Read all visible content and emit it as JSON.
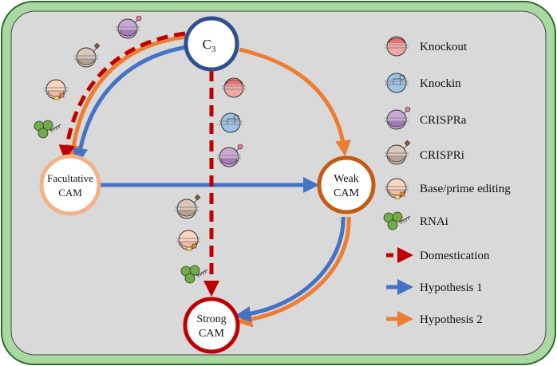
{
  "colors": {
    "frame_fill": "#a9d8a0",
    "frame_stroke": "#2d6b2d",
    "panel_fill": "#d9d9d9",
    "domestication": "#c00000",
    "hypothesis1": "#4472c4",
    "hypothesis2": "#ed7d31",
    "c3_ring": "#2f4f8f",
    "facultative_ring": "#f4b183",
    "weak_ring": "#c55a11",
    "strong_ring": "#c00000"
  },
  "nodes": {
    "c3": {
      "label": "C",
      "sub": "3"
    },
    "facultative": {
      "line1": "Facultative",
      "line2": "CAM"
    },
    "weak": {
      "line1": "Weak",
      "line2": "CAM"
    },
    "strong": {
      "line1": "Strong",
      "line2": "CAM"
    }
  },
  "legend": {
    "knockout": "Knockout",
    "knockin": "Knockin",
    "crispra": "CRISPRa",
    "crispri": "CRISPRi",
    "base_prime": "Base/prime editing",
    "rnai": "RNAi",
    "domestication": "Domestication",
    "hypothesis1": "Hypothesis 1",
    "hypothesis2": "Hypothesis 2"
  },
  "icons": [
    "knockout-icon",
    "knockin-icon",
    "crispra-icon",
    "crispri-icon",
    "base-prime-editing-icon",
    "rnai-icon"
  ]
}
